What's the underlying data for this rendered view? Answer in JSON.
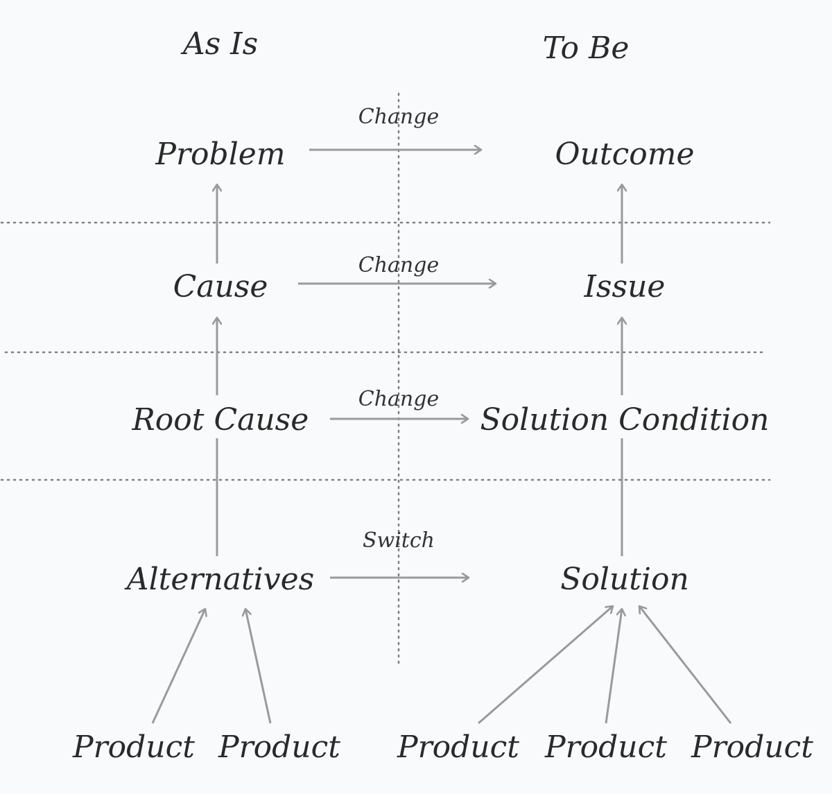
{
  "columns": {
    "left_heading": "As Is",
    "right_heading": "To Be"
  },
  "nodes": {
    "problem": "Problem",
    "outcome": "Outcome",
    "cause": "Cause",
    "issue": "Issue",
    "root_cause": "Root Cause",
    "solution_condition": "Solution Condition",
    "alternatives": "Alternatives",
    "solution": "Solution",
    "product_1": "Product",
    "product_2": "Product",
    "product_3": "Product",
    "product_4": "Product",
    "product_5": "Product"
  },
  "edges": {
    "problem_to_outcome": "Change",
    "cause_to_issue": "Change",
    "root_cause_to_solution_condition": "Change",
    "alternatives_to_solution": "Switch"
  },
  "colors": {
    "background": "#f8fafb",
    "text": "#2a2a2a",
    "arrow": "#9a9a9a",
    "divider": "#7f7f7f"
  }
}
